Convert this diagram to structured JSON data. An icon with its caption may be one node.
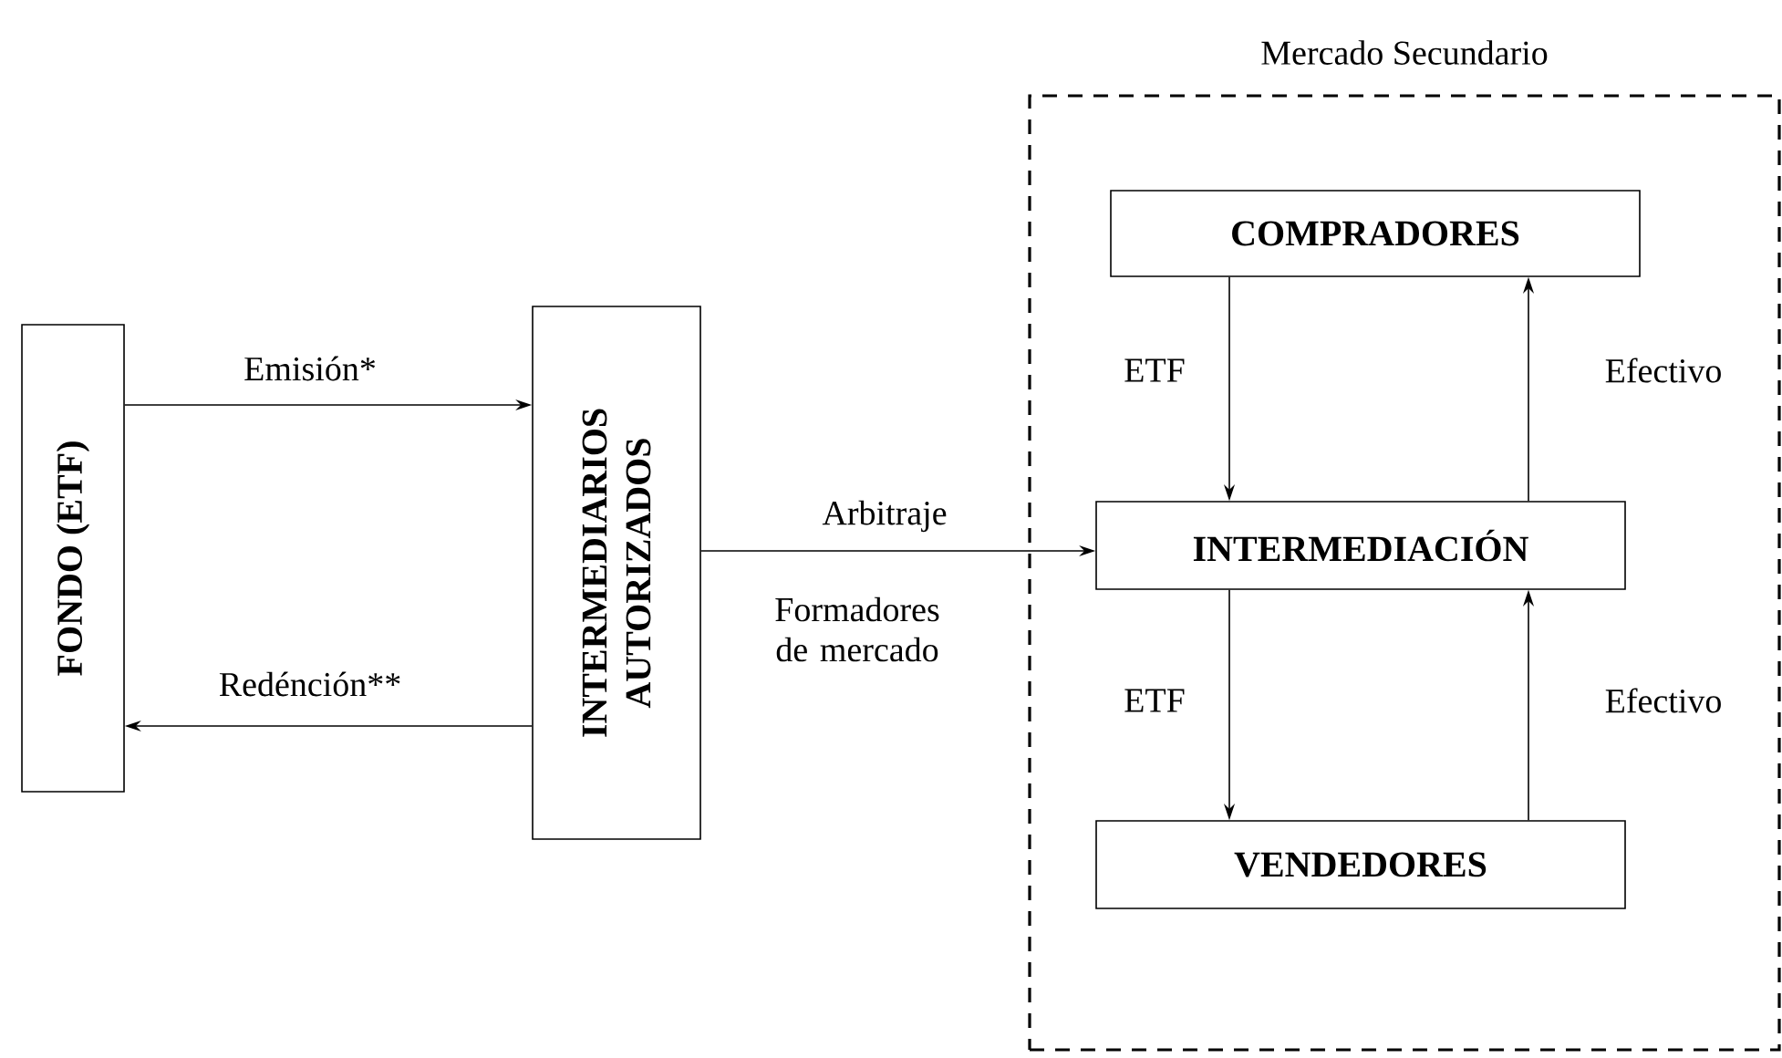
{
  "diagram": {
    "nodes": [
      {
        "text": [
          "FONDO (ETF)"
        ]
      },
      {
        "text": [
          "INTERMEDIARIOS AUTORIZADOS"
        ]
      },
      {
        "text": [
          "Mercado Secundario"
        ]
      },
      {
        "text": [
          "COMPRADORES"
        ],
        "in": 2
      },
      {
        "text": [
          "INTERMEDIACIÓN"
        ],
        "in": 2
      },
      {
        "text": [
          "VENDEDORES"
        ],
        "in": 2
      }
    ],
    "edges": [
      {
        "from": 0,
        "to": 1,
        "arrow": "to",
        "label": "Emisión*"
      },
      {
        "from": 1,
        "to": 0,
        "arrow": "to",
        "label": "Redénción**"
      },
      {
        "from": 1,
        "to": 4,
        "arrow": "to",
        "label": "Arbitraje"
      },
      {
        "from": 3,
        "to": 4,
        "arrow": "to",
        "label": "ETF"
      },
      {
        "from": 4,
        "to": 3,
        "arrow": "to",
        "label": "Efectivo"
      },
      {
        "from": 4,
        "to": 5,
        "arrow": "to",
        "label": "ETF"
      },
      {
        "from": 5,
        "to": 4,
        "arrow": "to",
        "label": "Efectivo"
      }
    ],
    "labels": [
      "Formadores de mercado"
    ]
  }
}
